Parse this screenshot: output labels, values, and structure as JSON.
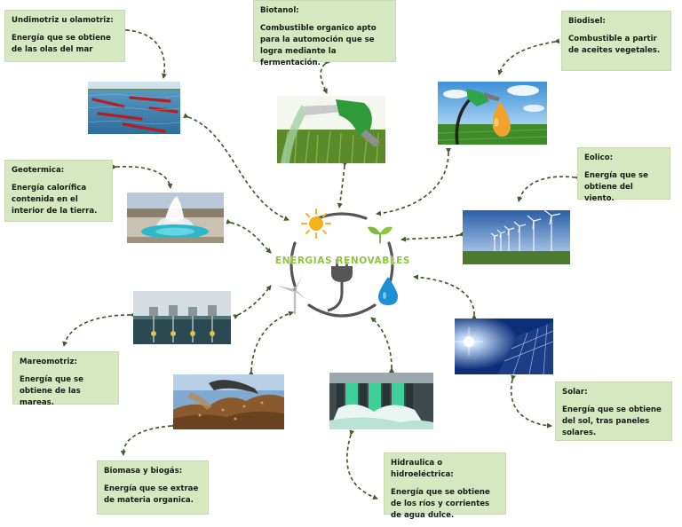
{
  "center": {
    "title": "ENERGIAS RENOVABLES"
  },
  "nodes": {
    "undimotriz": {
      "title": "Undimotriz u olamotriz:",
      "desc": "Energía que se obtiene  de las olas del mar"
    },
    "biotanol": {
      "title": "Biotanol:",
      "desc": "Combustible organico apto para la automoción que se logra mediante la fermentación."
    },
    "biodisel": {
      "title": "Biodisel:",
      "desc": "Combustible a partir de aceites vegetales."
    },
    "geotermica": {
      "title": "Geotermica:",
      "desc": "Energía calorífica contenida en el interior de la tierra."
    },
    "eolico": {
      "title": "Eolico:",
      "desc": "Energía que se obtiene del viento."
    },
    "mareomotriz": {
      "title": "Mareomotriz:",
      "desc": "Energía que se obtiene de las mareas."
    },
    "solar": {
      "title": "Solar:",
      "desc": "Energía que se obtiene del sol, tras paneles solares."
    },
    "biomasa": {
      "title": "Biomasa y biogás:",
      "desc": " Energía que se extrae de materia organica."
    },
    "hidraulica": {
      "title": "Hidraulica o hidroeléctrica:",
      "desc": "Energía que se obtiene de los ríos y corrientes de agua dulce."
    }
  },
  "colors": {
    "box_fill": "#d5e8bf",
    "title_green": "#8dc63f",
    "arrow": "#3f5f2a",
    "hub_ring": "#555555",
    "sun": "#f5b21b",
    "water_drop": "#1e90d6"
  },
  "icons": [
    "sun-icon",
    "leaf-icon",
    "plug-icon",
    "wind-turbine-icon",
    "water-drop-icon"
  ]
}
